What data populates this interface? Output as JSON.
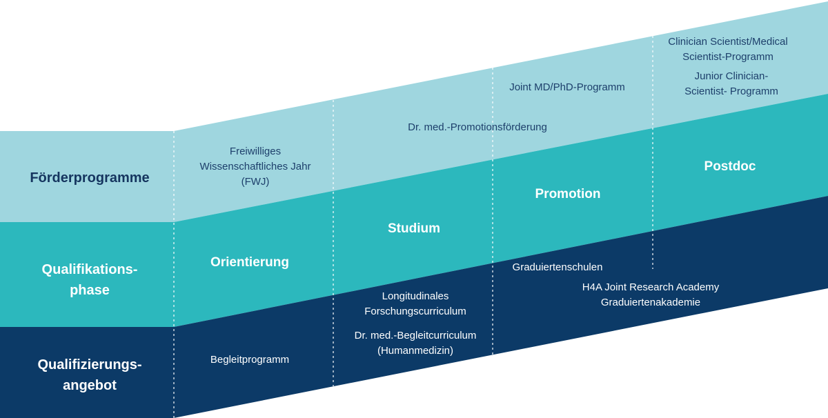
{
  "colors": {
    "foerder_band": "#9fd6df",
    "phase_band": "#2cb8bd",
    "angebot_band": "#0c3a67",
    "divider": "#ffffff"
  },
  "row_labels": {
    "foerder": "Förderprogramme",
    "phase": "Qualifikations-\nphase",
    "angebot": "Qualifizierungs-\nangebot"
  },
  "stages": {
    "orientierung": "Orientierung",
    "studium": "Studium",
    "promotion": "Promotion",
    "postdoc": "Postdoc"
  },
  "programmes": {
    "fwj": "Freiwilliges\nWissenschaftliches Jahr\n(FWJ)",
    "dr_med_foerderung": "Dr. med.-Promotionsförderung",
    "joint_md_phd": "Joint MD/PhD-Programm",
    "clinician_scientist": "Clinician Scientist/Medical\nScientist-Programm",
    "junior_clinician": "Junior Clinician-\nScientist- Programm"
  },
  "offers": {
    "begleitprogramm": "Begleitprogramm",
    "longitudinales": "Longitudinales\nForschungscurriculum",
    "dr_med_begleit": "Dr. med.-Begleitcurriculum\n(Humanmedizin)",
    "graduiertenschulen": "Graduiertenschulen",
    "h4a": "H4A Joint Research Academy\nGraduiertenakademie"
  }
}
